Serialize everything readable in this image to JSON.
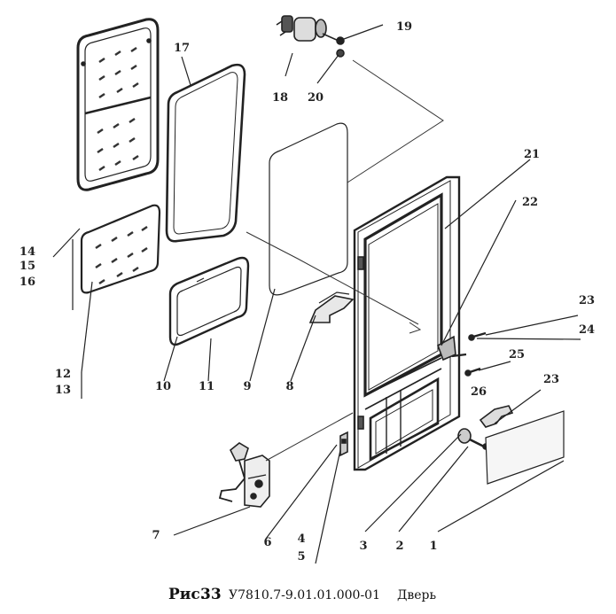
{
  "labels": {
    "l1": "1",
    "l2": "2",
    "l3": "3",
    "l4": "4",
    "l5": "5",
    "l6": "6",
    "l7": "7",
    "l8": "8",
    "l9": "9",
    "l10": "10",
    "l11": "11",
    "l12": "12",
    "l13": "13",
    "l14": "14",
    "l15": "15",
    "l16": "16",
    "l17": "17",
    "l18": "18",
    "l19": "19",
    "l20": "20",
    "l21": "21",
    "l22": "22",
    "l23a": "23",
    "l23b": "23",
    "l24": "24",
    "l25": "25",
    "l26": "26"
  },
  "caption": {
    "prefix": "Рис.",
    "number": "33",
    "code": "У7810.7-9.01.01.000-01",
    "title": "Дверь"
  }
}
